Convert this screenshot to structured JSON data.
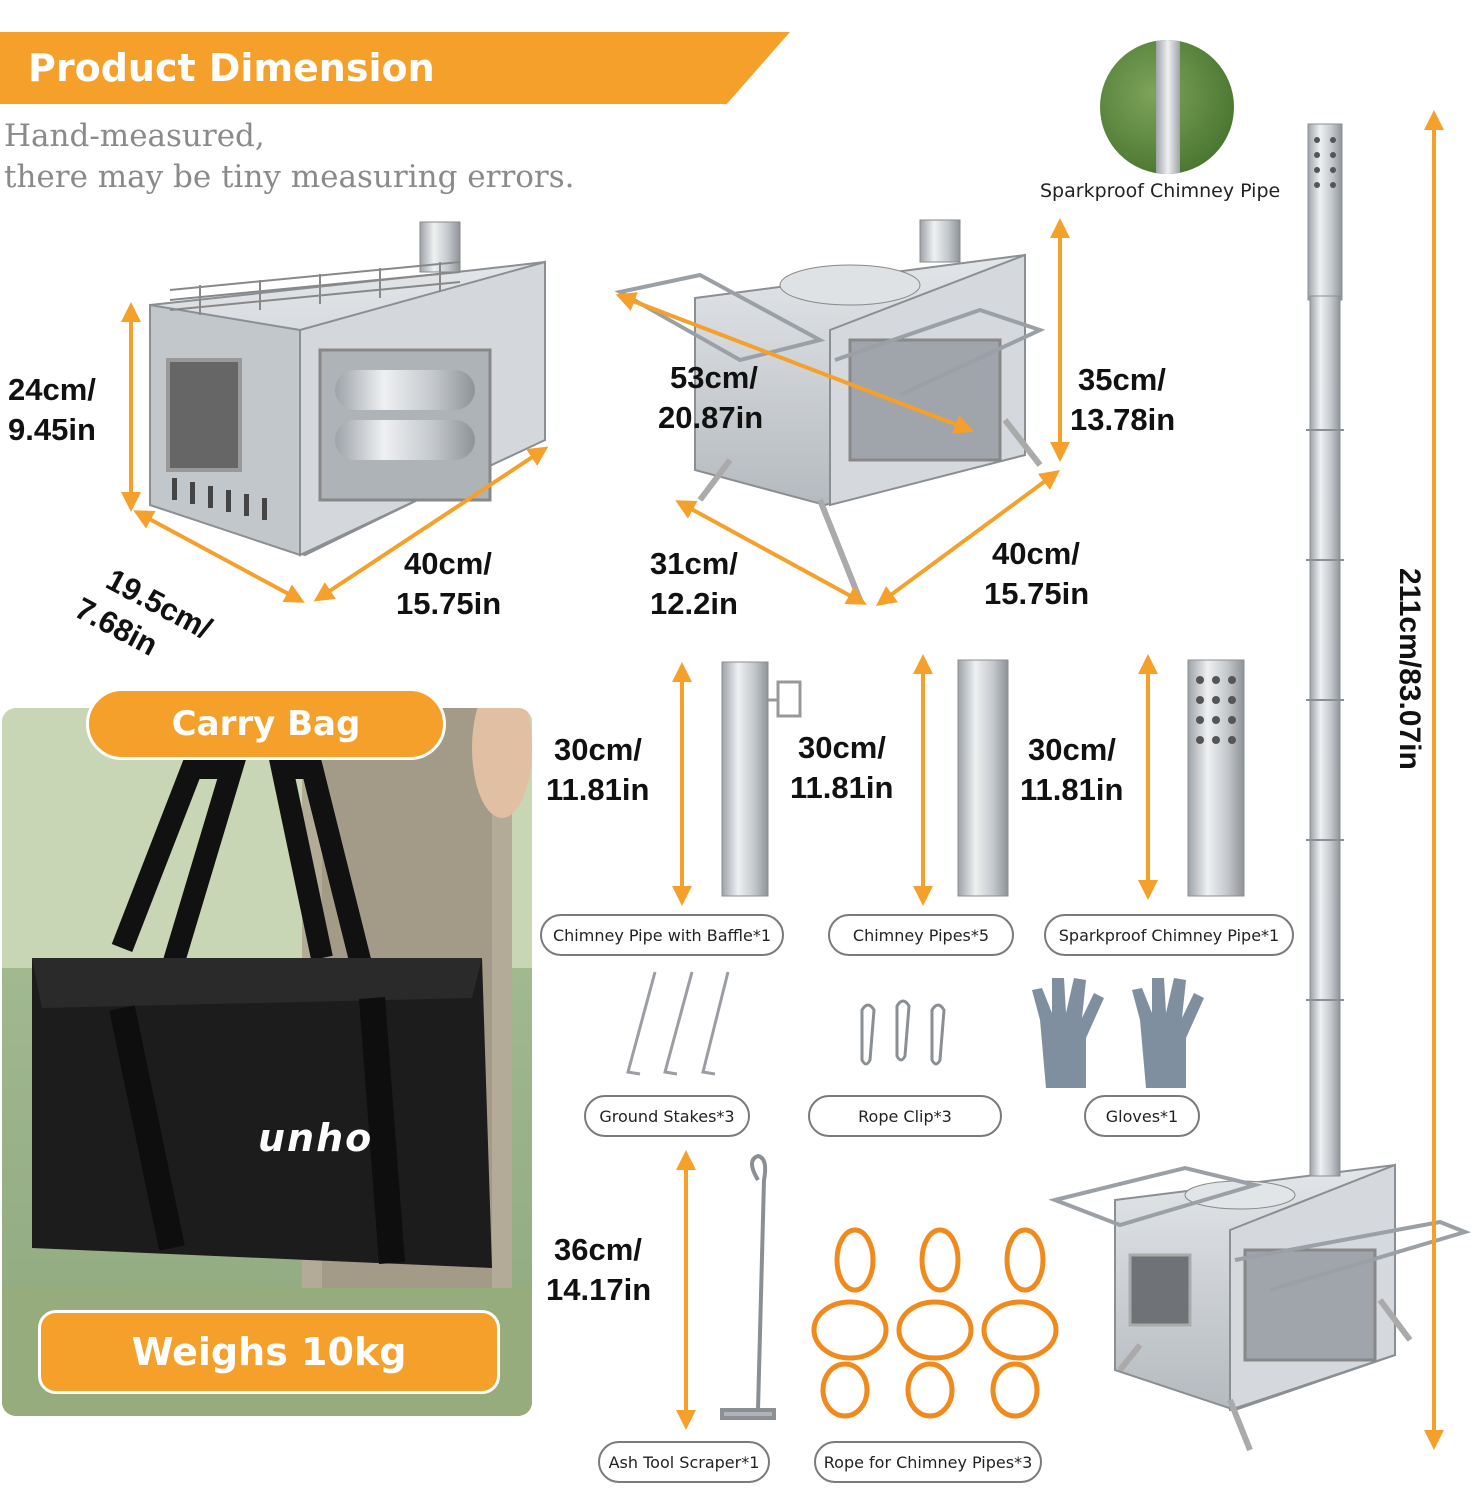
{
  "header": {
    "title": "Product Dimension",
    "note_line1": "Hand-measured,",
    "note_line2": "there may be tiny measuring errors."
  },
  "stove_front": {
    "height_cm": "24cm/",
    "height_in": "9.45in",
    "depth_cm": "19.5cm/",
    "depth_in": "7.68in",
    "width_cm": "40cm/",
    "width_in": "15.75in"
  },
  "stove_open": {
    "span_cm": "53cm/",
    "span_in": "20.87in",
    "height_cm": "35cm/",
    "height_in": "13.78in",
    "depth_cm": "31cm/",
    "depth_in": "12.2in",
    "width_cm": "40cm/",
    "width_in": "15.75in"
  },
  "chimney_top": {
    "label": "Sparkproof Chimney Pipe",
    "total_height": "211cm/83.07in"
  },
  "pipes": [
    {
      "length_cm": "30cm/",
      "length_in": "11.81in",
      "label": "Chimney Pipe with Baffle*1"
    },
    {
      "length_cm": "30cm/",
      "length_in": "11.81in",
      "label": "Chimney Pipes*5"
    },
    {
      "length_cm": "30cm/",
      "length_in": "11.81in",
      "label": "Sparkproof Chimney Pipe*1"
    }
  ],
  "accessories": [
    {
      "label": "Ground Stakes*3"
    },
    {
      "label": "Rope Clip*3"
    },
    {
      "label": "Gloves*1"
    }
  ],
  "tools": {
    "scraper_cm": "36cm/",
    "scraper_in": "14.17in",
    "scraper_label": "Ash Tool Scraper*1",
    "rope_label": "Rope for Chimney Pipes*3"
  },
  "carry": {
    "tag": "Carry Bag",
    "brand": "unho",
    "weight": "Weighs 10kg"
  },
  "colors": {
    "accent": "#f5a02a",
    "steel": "#c9ccd0",
    "rope": "#f08a1c",
    "bag": "#1a1a1a"
  }
}
